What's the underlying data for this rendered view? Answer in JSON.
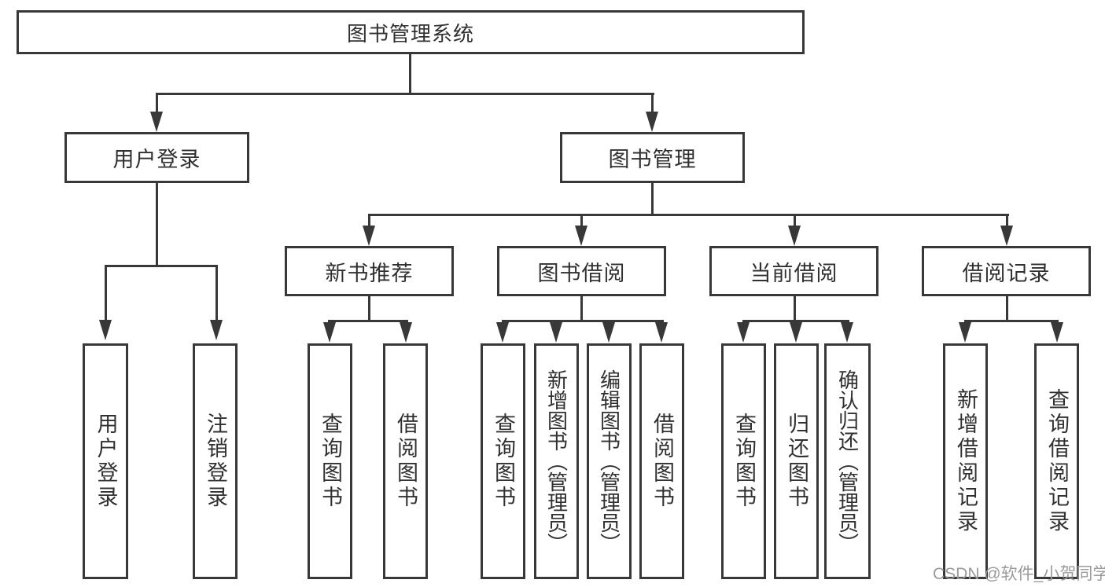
{
  "page": {
    "background": "#ffffff"
  },
  "colors": {
    "line": "#383838",
    "text": "#303030",
    "watermark": "#9b9b9b"
  },
  "tree": {
    "root": {
      "label": "图书管理系统"
    },
    "branches": [
      {
        "label": "用户登录",
        "children": [
          {
            "label": "用户登录"
          },
          {
            "label": "注销登录"
          }
        ]
      },
      {
        "label": "图书管理",
        "children": [
          {
            "label": "新书推荐",
            "children": [
              {
                "label": "查询图书"
              },
              {
                "label": "借阅图书"
              }
            ]
          },
          {
            "label": "图书借阅",
            "children": [
              {
                "label": "查询图书"
              },
              {
                "label": "新增图书（管理员）"
              },
              {
                "label": "编辑图书（管理员）"
              },
              {
                "label": "借阅图书"
              }
            ]
          },
          {
            "label": "当前借阅",
            "children": [
              {
                "label": "查询图书"
              },
              {
                "label": "归还图书"
              },
              {
                "label": "确认归还（管理员）"
              }
            ]
          },
          {
            "label": "借阅记录",
            "children": [
              {
                "label": "新增借阅记录"
              },
              {
                "label": "查询借阅记录"
              }
            ]
          }
        ]
      }
    ]
  },
  "watermark": {
    "text": "CSDN @软件_小贺同学"
  }
}
